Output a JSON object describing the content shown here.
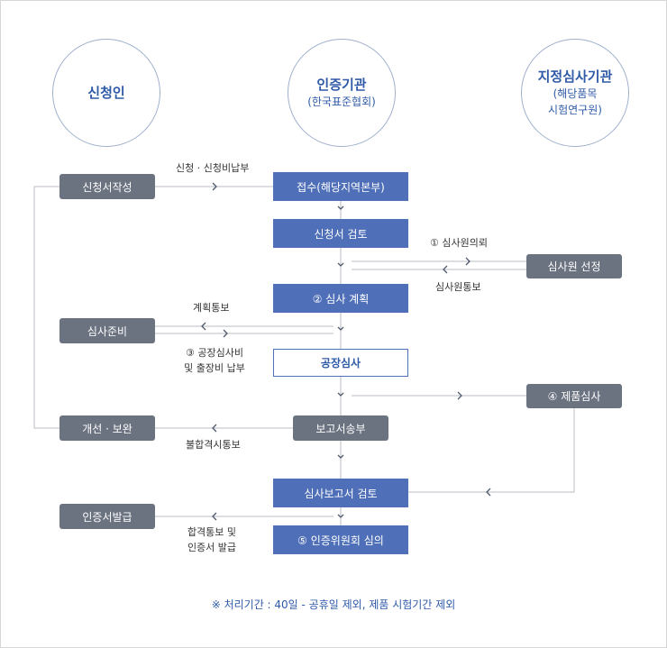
{
  "columns": {
    "applicant": {
      "title": "신청인"
    },
    "certifier": {
      "title": "인증기관",
      "sub": "(한국표준협회)"
    },
    "designated": {
      "title": "지정심사기관",
      "sub1": "(해당품목",
      "sub2": "시험연구원)"
    }
  },
  "center_boxes": {
    "reception": "접수(해당지역본부)",
    "review": "신청서 검토",
    "plan": "② 심사 계획",
    "factory_audit": "공장심사",
    "report_submit": "보고서송부",
    "report_review": "심사보고서 검토",
    "committee": "⑤ 인증위원회 심의"
  },
  "left_boxes": {
    "application_form": "신청서작성",
    "audit_prep": "심사준비",
    "improvement": "개선 · 보완",
    "issuance": "인증서발급"
  },
  "right_boxes": {
    "auditor_selection": "심사원 선정",
    "product_test": "④ 제품심사"
  },
  "labels": {
    "apply_fee": "신청 · 신청비납부",
    "auditor_request": "① 심사원의뢰",
    "auditor_notice": "심사원통보",
    "plan_notice": "계획통보",
    "audit_fee_1": "③ 공장심사비",
    "audit_fee_2": "및  출장비 납부",
    "nonconformity": "불합격시통보",
    "pass_1": "합격통보 및",
    "pass_2": "인증서 발급"
  },
  "footnote": "※ 처리기간 : 40일 - 공휴일 제외, 제품 시험기간 제외"
}
